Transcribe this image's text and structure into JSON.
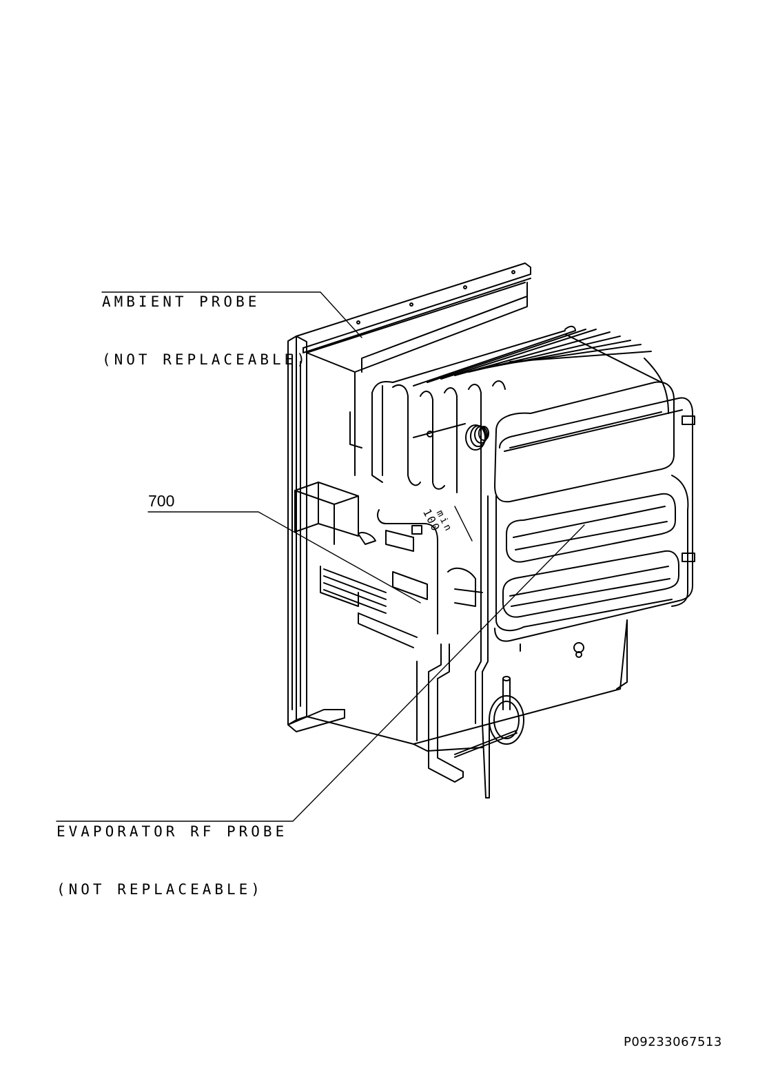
{
  "callouts": {
    "ambient_probe": {
      "line1": "AMBIENT PROBE",
      "line2": "(NOT REPLACEABLE)"
    },
    "part_number": {
      "label": "700"
    },
    "evaporator_probe": {
      "line1": "EVAPORATOR RF PROBE",
      "line2": "(NOT REPLACEABLE)"
    }
  },
  "dimension": {
    "value": "100",
    "unit": "min"
  },
  "drawing_code": "P09233067513",
  "colors": {
    "ink": "#000000",
    "paper": "#ffffff"
  }
}
